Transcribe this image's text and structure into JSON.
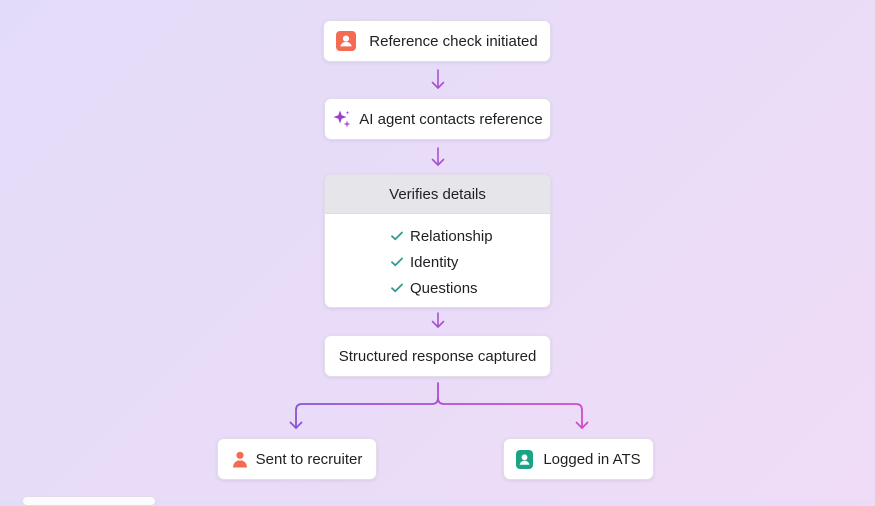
{
  "steps": {
    "initiated": {
      "label": "Reference check initiated",
      "icon": "person-badge-icon"
    },
    "agent": {
      "label": "AI agent contacts reference",
      "icon": "sparkle-icon"
    },
    "verify": {
      "title": "Verifies details",
      "items": [
        "Relationship",
        "Identity",
        "Questions"
      ],
      "check_icon": "check-icon"
    },
    "captured": {
      "label": "Structured response captured"
    },
    "recruiter": {
      "label": "Sent to recruiter",
      "icon": "person-icon"
    },
    "ats": {
      "label": "Logged in ATS",
      "icon": "person-badge-icon"
    }
  },
  "colors": {
    "arrow": "#a94fd4",
    "branch_left": "#8a52d6",
    "branch_right": "#cf4cc8",
    "orange": "#f26b52",
    "teal": "#1aa385",
    "check": "#2f9e8f",
    "sparkle": "#9a3fcf"
  }
}
